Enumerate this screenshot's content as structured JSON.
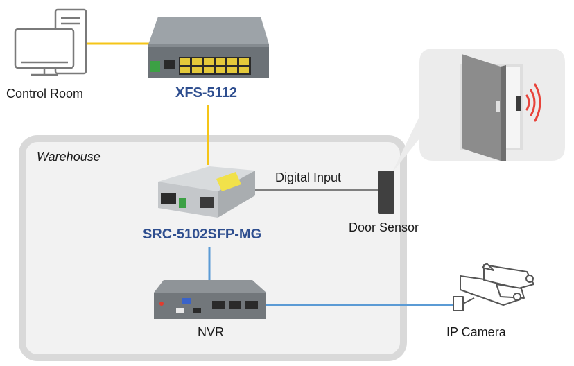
{
  "zone": {
    "label": "Warehouse"
  },
  "nodes": {
    "control_room": {
      "label": "Control Room",
      "icon": "desktop-computer-icon"
    },
    "switch": {
      "label": "XFS-5112",
      "icon": "fiber-switch-icon"
    },
    "converter": {
      "label": "SRC-5102SFP-MG",
      "icon": "media-converter-icon"
    },
    "door_sensor": {
      "label": "Door Sensor",
      "icon": "door-sensor-icon"
    },
    "nvr": {
      "label": "NVR",
      "icon": "nvr-recorder-icon"
    },
    "ip_camera": {
      "label": "IP Camera",
      "icon": "ip-camera-icon"
    }
  },
  "links": {
    "digital_input": {
      "label": "Digital Input"
    }
  },
  "colors": {
    "fiber_link": "#f5c518",
    "ethernet_link": "#5b9bd5",
    "digital_link": "#7f7f7f",
    "device_name": "#2e4e8f",
    "zone_border": "#d9d9d9",
    "zone_fill": "#f2f2f2",
    "signal_red": "#e8433a"
  }
}
